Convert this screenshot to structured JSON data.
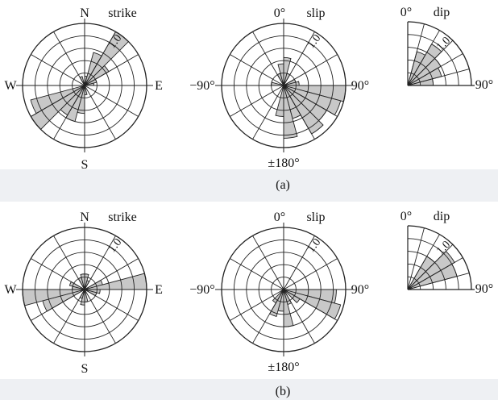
{
  "chart_data": [
    {
      "type": "rose",
      "panel": "(a)",
      "title": "strike",
      "direction_labels": {
        "n": "N",
        "e": "E",
        "s": "S",
        "w": "W"
      },
      "ring_label": "1.0",
      "sectors_deg": 30,
      "bins": [
        {
          "from": 0,
          "to": 15,
          "value": 0.15
        },
        {
          "from": 15,
          "to": 30,
          "value": 0.55
        },
        {
          "from": 30,
          "to": 45,
          "value": 1.0
        },
        {
          "from": 45,
          "to": 60,
          "value": 0.45
        },
        {
          "from": 60,
          "to": 75,
          "value": 0.2
        },
        {
          "from": 75,
          "to": 90,
          "value": 0.15
        },
        {
          "from": 165,
          "to": 180,
          "value": 0.15
        },
        {
          "from": 180,
          "to": 195,
          "value": 0.45
        },
        {
          "from": 195,
          "to": 210,
          "value": 0.6
        },
        {
          "from": 210,
          "to": 225,
          "value": 0.55
        },
        {
          "from": 225,
          "to": 240,
          "value": 1.0
        },
        {
          "from": 240,
          "to": 255,
          "value": 0.9
        },
        {
          "from": 330,
          "to": 345,
          "value": 0.15
        }
      ]
    },
    {
      "type": "rose",
      "panel": "(a)",
      "title": "slip",
      "direction_labels": {
        "top": "0°",
        "left": "−90°",
        "right": "90°",
        "bottom": "±180°"
      },
      "ring_label": "1.0",
      "sectors_deg": 30,
      "bins": [
        {
          "from": 0,
          "to": 15,
          "value": 0.45
        },
        {
          "from": 15,
          "to": 30,
          "value": 0.2
        },
        {
          "from": 60,
          "to": 75,
          "value": 0.2
        },
        {
          "from": 75,
          "to": 90,
          "value": 0.25
        },
        {
          "from": 90,
          "to": 105,
          "value": 1.0
        },
        {
          "from": 105,
          "to": 120,
          "value": 0.95
        },
        {
          "from": 120,
          "to": 135,
          "value": 0.8
        },
        {
          "from": 135,
          "to": 150,
          "value": 0.9
        },
        {
          "from": 150,
          "to": 165,
          "value": 0.55
        },
        {
          "from": 165,
          "to": 180,
          "value": 0.85
        },
        {
          "from": 180,
          "to": 195,
          "value": 0.5
        },
        {
          "from": 270,
          "to": 285,
          "value": 0.2
        },
        {
          "from": 330,
          "to": 345,
          "value": 0.2
        },
        {
          "from": 345,
          "to": 360,
          "value": 0.35
        }
      ]
    },
    {
      "type": "rose-quarter",
      "panel": "(a)",
      "title": "dip",
      "direction_labels": {
        "top": "0°",
        "right": "90°"
      },
      "ring_label": "1.0",
      "sectors_deg": 15,
      "bins": [
        {
          "from": 15,
          "to": 30,
          "value": 0.55
        },
        {
          "from": 30,
          "to": 45,
          "value": 0.75
        },
        {
          "from": 45,
          "to": 60,
          "value": 0.6
        },
        {
          "from": 60,
          "to": 75,
          "value": 0.55
        },
        {
          "from": 75,
          "to": 90,
          "value": 0.4
        }
      ]
    },
    {
      "type": "rose",
      "panel": "(b)",
      "title": "strike",
      "direction_labels": {
        "n": "N",
        "e": "E",
        "s": "S",
        "w": "W"
      },
      "ring_label": "1.0",
      "sectors_deg": 30,
      "bins": [
        {
          "from": 0,
          "to": 15,
          "value": 0.25
        },
        {
          "from": 15,
          "to": 30,
          "value": 0.15
        },
        {
          "from": 60,
          "to": 75,
          "value": 0.3
        },
        {
          "from": 75,
          "to": 90,
          "value": 1.0
        },
        {
          "from": 90,
          "to": 105,
          "value": 0.25
        },
        {
          "from": 105,
          "to": 120,
          "value": 0.2
        },
        {
          "from": 165,
          "to": 180,
          "value": 0.2
        },
        {
          "from": 180,
          "to": 195,
          "value": 0.25
        },
        {
          "from": 195,
          "to": 210,
          "value": 0.15
        },
        {
          "from": 240,
          "to": 255,
          "value": 0.7
        },
        {
          "from": 255,
          "to": 270,
          "value": 1.0
        },
        {
          "from": 270,
          "to": 285,
          "value": 0.2
        },
        {
          "from": 285,
          "to": 300,
          "value": 0.25
        },
        {
          "from": 330,
          "to": 345,
          "value": 0.2
        },
        {
          "from": 345,
          "to": 360,
          "value": 0.25
        }
      ]
    },
    {
      "type": "rose",
      "panel": "(b)",
      "title": "slip",
      "direction_labels": {
        "top": "0°",
        "left": "−90°",
        "right": "90°",
        "bottom": "±180°"
      },
      "ring_label": "1.0",
      "sectors_deg": 30,
      "bins": [
        {
          "from": 90,
          "to": 105,
          "value": 0.85
        },
        {
          "from": 105,
          "to": 120,
          "value": 0.95
        },
        {
          "from": 120,
          "to": 135,
          "value": 0.3
        },
        {
          "from": 150,
          "to": 165,
          "value": 0.25
        },
        {
          "from": 165,
          "to": 180,
          "value": 0.6
        },
        {
          "from": 180,
          "to": 195,
          "value": 0.35
        },
        {
          "from": 195,
          "to": 210,
          "value": 0.45
        },
        {
          "from": 210,
          "to": 225,
          "value": 0.25
        }
      ]
    },
    {
      "type": "rose-quarter",
      "panel": "(b)",
      "title": "dip",
      "direction_labels": {
        "top": "0°",
        "right": "90°"
      },
      "ring_label": "1.0",
      "sectors_deg": 15,
      "bins": [
        {
          "from": 30,
          "to": 45,
          "value": 0.6
        },
        {
          "from": 45,
          "to": 60,
          "value": 0.85
        },
        {
          "from": 60,
          "to": 75,
          "value": 0.8
        }
      ]
    }
  ],
  "captions": {
    "a": "(a)",
    "b": "(b)"
  },
  "style": {
    "fill": "#c8c8c8",
    "stroke": "#222222",
    "background_band": "#eef0f3"
  }
}
